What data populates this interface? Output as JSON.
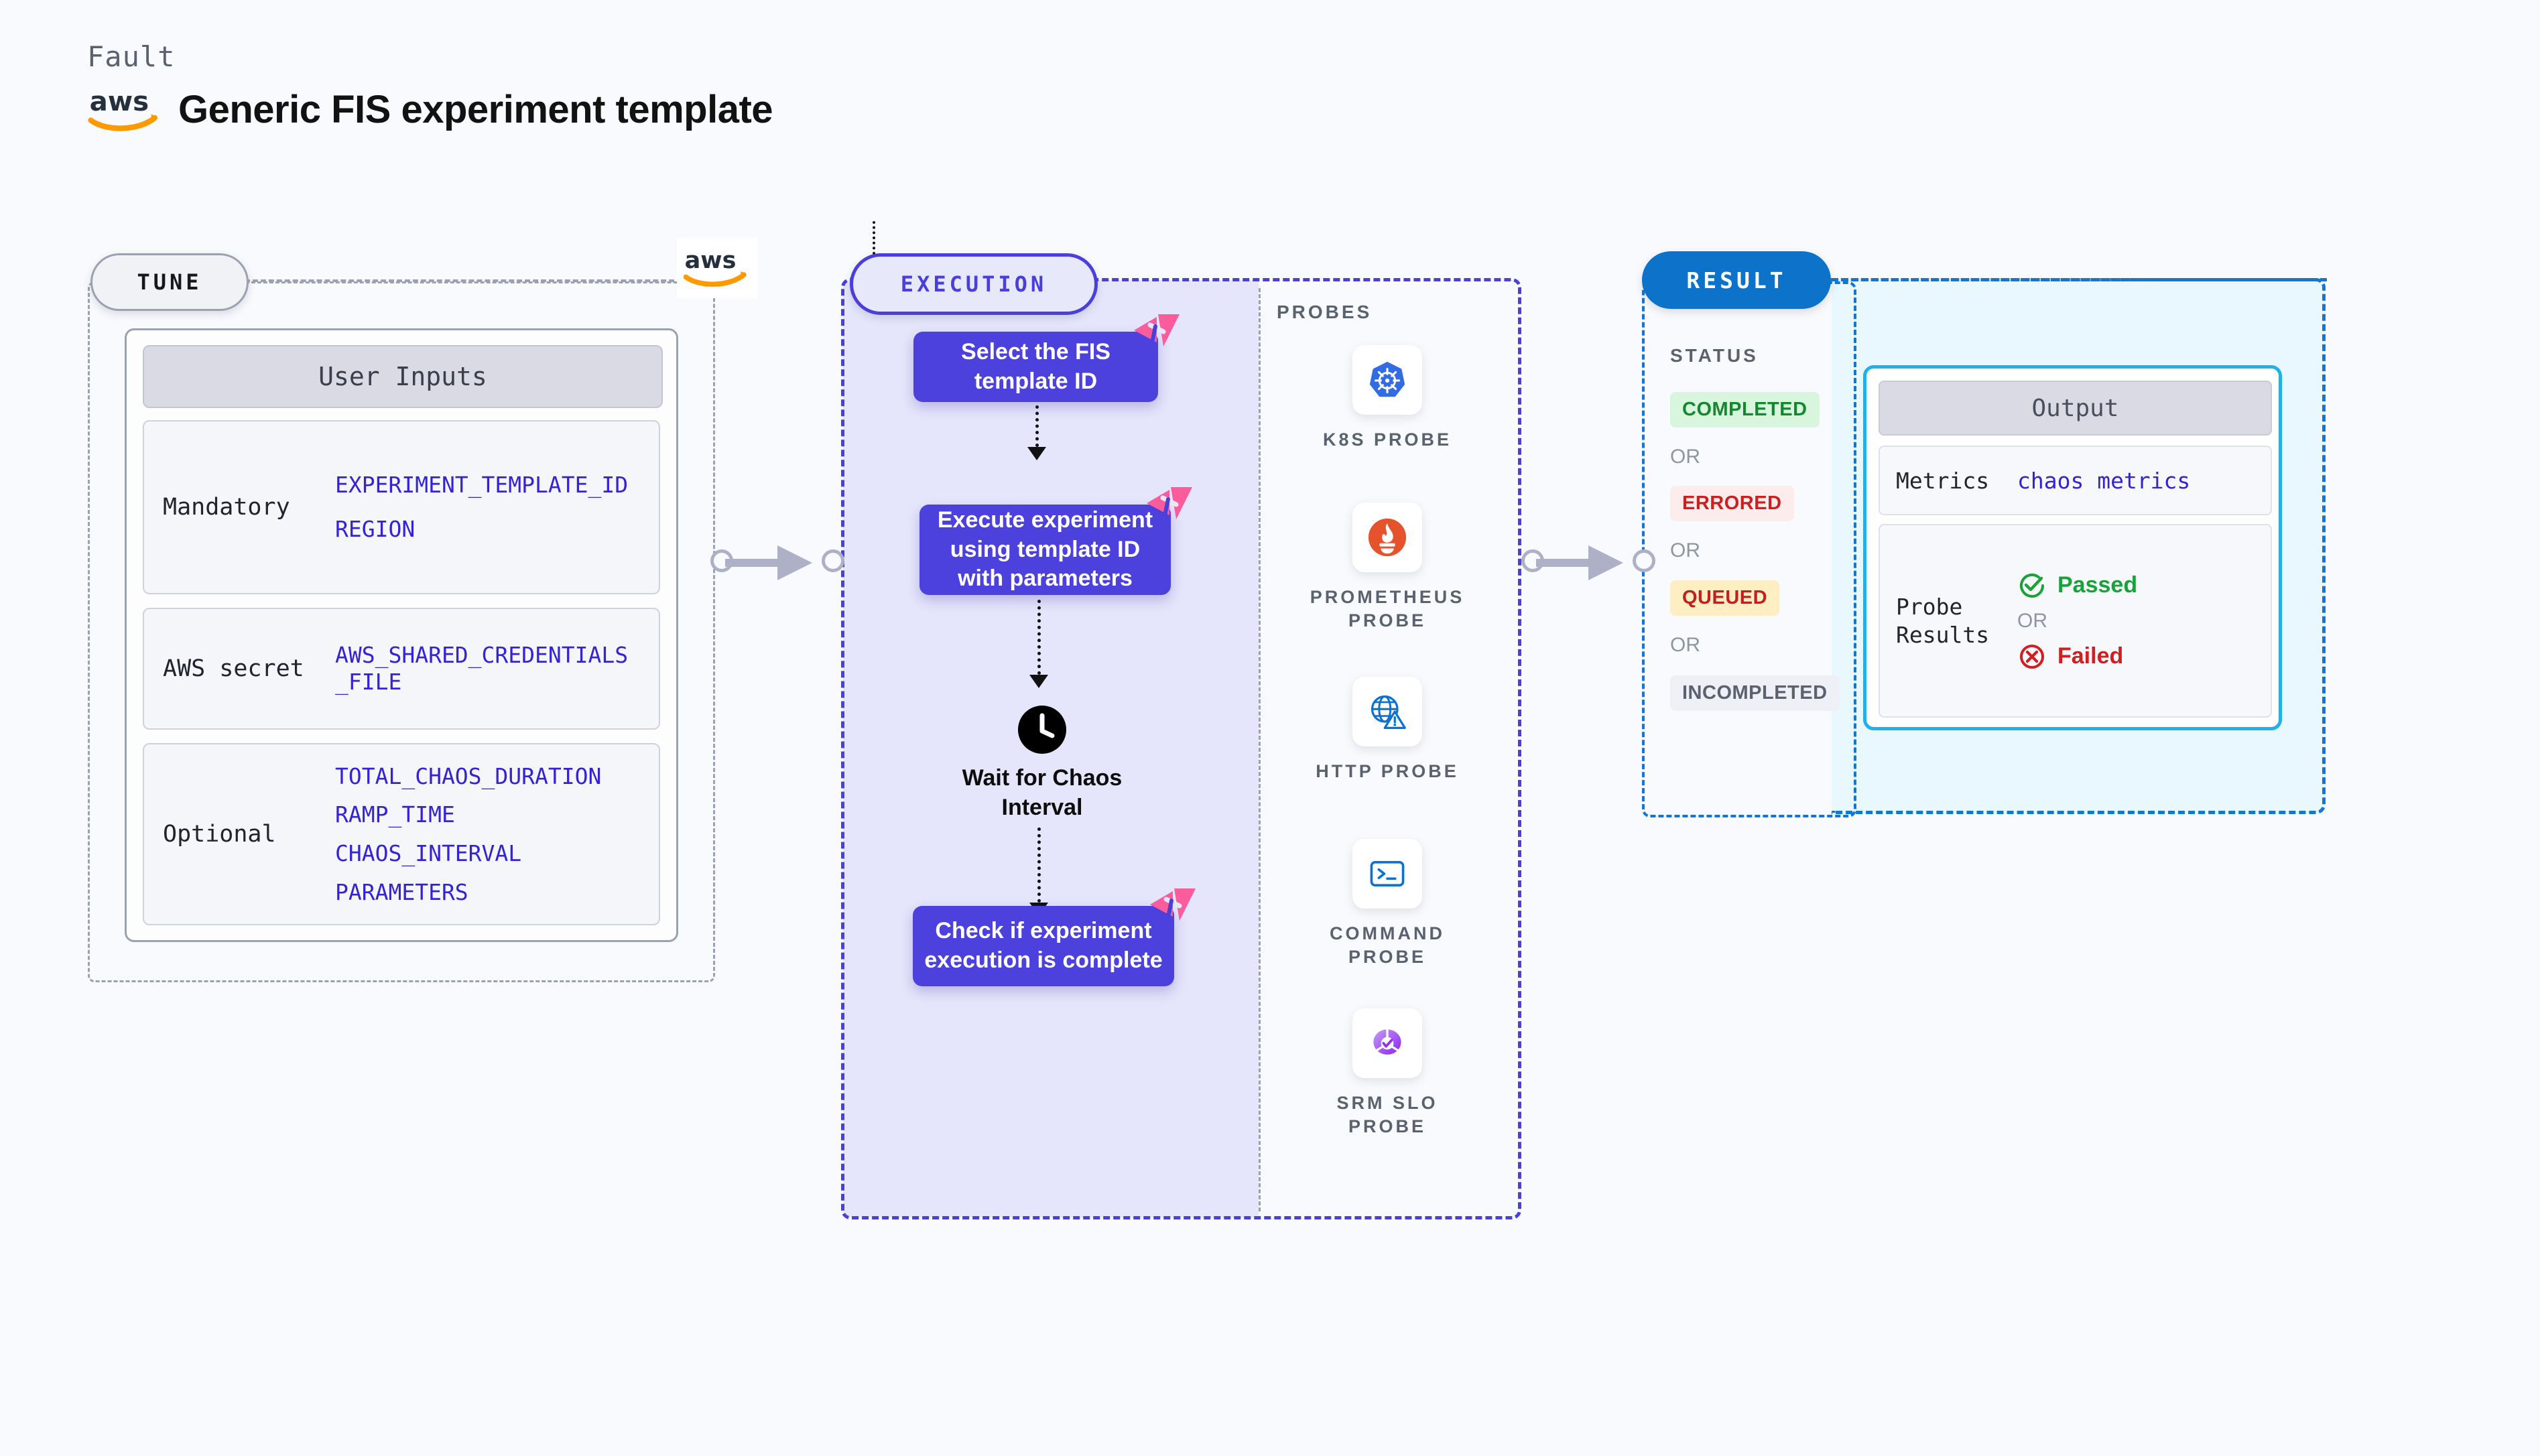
{
  "header": {
    "kicker": "Fault",
    "title": "Generic FIS experiment template",
    "logo": "aws-logo"
  },
  "tune": {
    "pill_label": "TUNE",
    "aws_badge": "aws-logo",
    "card_title": "User Inputs",
    "groups": [
      {
        "label": "Mandatory",
        "values": [
          "EXPERIMENT_TEMPLATE_ID",
          "REGION"
        ]
      },
      {
        "label": "AWS secret",
        "values": [
          "AWS_SHARED_CREDENTIALS\n_FILE"
        ]
      },
      {
        "label": "Optional",
        "values": [
          "TOTAL_CHAOS_DURATION",
          "RAMP_TIME",
          "CHAOS_INTERVAL",
          "PARAMETERS"
        ]
      }
    ]
  },
  "execution": {
    "pill_label": "EXECUTION",
    "steps": [
      {
        "text": "Select the FIS\ntemplate ID",
        "badge": "litmus-flag-icon"
      },
      {
        "text": "Execute experiment\nusing template ID\nwith parameters",
        "badge": "litmus-flag-icon"
      },
      {
        "text": "Check if experiment\nexecution is complete",
        "badge": "litmus-flag-icon"
      }
    ],
    "wait": {
      "icon": "clock-icon",
      "label": "Wait for Chaos\nInterval"
    }
  },
  "probes": {
    "title": "PROBES",
    "items": [
      {
        "label": "K8S PROBE",
        "icon": "kubernetes-icon"
      },
      {
        "label": "PROMETHEUS\nPROBE",
        "icon": "prometheus-icon"
      },
      {
        "label": "HTTP PROBE",
        "icon": "http-globe-icon"
      },
      {
        "label": "COMMAND\nPROBE",
        "icon": "terminal-icon"
      },
      {
        "label": "SRM SLO\nPROBE",
        "icon": "srm-slo-icon"
      }
    ]
  },
  "result": {
    "pill_label": "RESULT",
    "status_title": "STATUS",
    "or_label": "OR",
    "statuses": [
      {
        "label": "COMPLETED",
        "bg": "#d8f5dd",
        "fg": "#14872f"
      },
      {
        "label": "ERRORED",
        "bg": "#fdecec",
        "fg": "#cc1f1f"
      },
      {
        "label": "QUEUED",
        "bg": "#fdeec4",
        "fg": "#c21f1f"
      },
      {
        "label": "INCOMPLETED",
        "bg": "#eef0f5",
        "fg": "#5a6270"
      }
    ],
    "output": {
      "title": "Output",
      "metrics_label": "Metrics",
      "metrics_value": "chaos metrics",
      "probe_results_label": "Probe\nResults",
      "passed_label": "Passed",
      "failed_label": "Failed",
      "or_label": "OR",
      "passed_icon": "check-circle-icon",
      "failed_icon": "x-circle-icon"
    }
  },
  "colors": {
    "background": "#f9fafd",
    "execution_accent": "#4a3fdb",
    "execution_fill": "#e5e5fb",
    "result_accent": "#1277d4",
    "result_fill": "#e9f8fe",
    "tune_accent": "#9aa2b1",
    "param_text": "#3423d6",
    "flag_pink": "#fb5c9b",
    "aws_orange": "#ff9900",
    "connector": "#aeb0c7"
  }
}
